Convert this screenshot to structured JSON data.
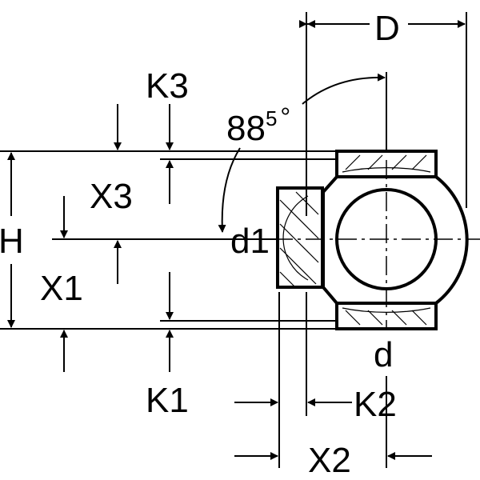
{
  "labels": {
    "D": "D",
    "K3": "K3",
    "angle": "88",
    "angle_sup": "5",
    "angle_unit": "°",
    "X3": "X3",
    "H": "H",
    "d1": "d1",
    "X1": "X1",
    "d": "d",
    "K1": "K1",
    "K2": "K2",
    "X2": "X2"
  }
}
